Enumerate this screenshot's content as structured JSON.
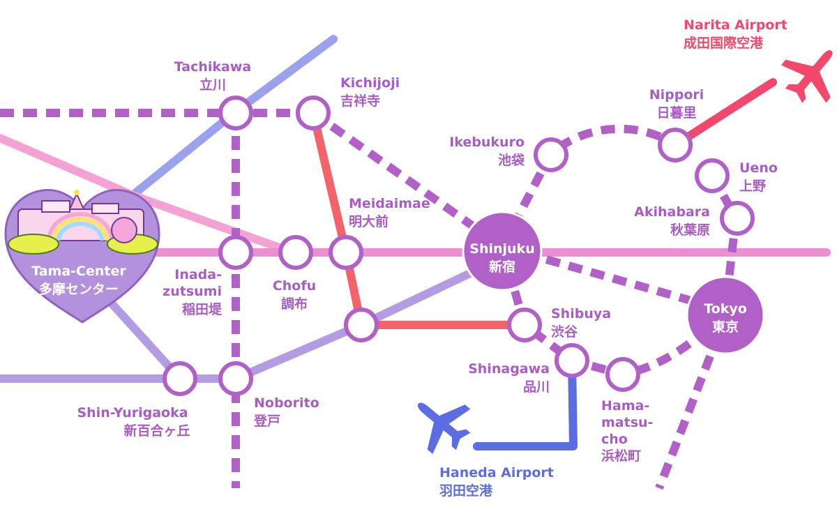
{
  "colors": {
    "purple": "#b160c7",
    "pink": "#f08ccf",
    "light_pink": "#f4a1d4",
    "blue": "#8a94ea",
    "lavender": "#b49ce3",
    "red": "#f2646a",
    "airport_red": "#f2486b",
    "airport_blue": "#5b6de0"
  },
  "stations": {
    "tachikawa": {
      "en": "Tachikawa",
      "jp": "立川"
    },
    "kichijoji": {
      "en": "Kichijoji",
      "jp": "吉祥寺"
    },
    "nippori": {
      "en": "Nippori",
      "jp": "日暮里"
    },
    "ikebukuro": {
      "en": "Ikebukuro",
      "jp": "池袋"
    },
    "ueno": {
      "en": "Ueno",
      "jp": "上野"
    },
    "meidaimae": {
      "en": "Meidaimae",
      "jp": "明大前"
    },
    "akihabara": {
      "en": "Akihabara",
      "jp": "秋葉原"
    },
    "shinjuku": {
      "en": "Shinjuku",
      "jp": "新宿"
    },
    "tama_center": {
      "en": "Tama-Center",
      "jp": "多摩センター"
    },
    "inada_zutsumi": {
      "en1": "Inada-",
      "en2": "zutsumi",
      "jp": "稲田堤"
    },
    "chofu": {
      "en": "Chofu",
      "jp": "調布"
    },
    "shibuya": {
      "en": "Shibuya",
      "jp": "渋谷"
    },
    "tokyo": {
      "en": "Tokyo",
      "jp": "東京"
    },
    "shinagawa": {
      "en": "Shinagawa",
      "jp": "品川"
    },
    "shin_yurigaoka": {
      "en": "Shin-Yurigaoka",
      "jp": "新百合ヶ丘"
    },
    "noborito": {
      "en": "Noborito",
      "jp": "登戸"
    },
    "hamamatsucho": {
      "en1": "Hama-",
      "en2": "matsu-",
      "en3": "cho",
      "jp": "浜松町"
    }
  },
  "airports": {
    "narita": {
      "en": "Narita Airport",
      "jp": "成田国際空港",
      "icon": "airplane-icon"
    },
    "haneda": {
      "en": "Haneda Airport",
      "jp": "羽田空港",
      "icon": "airplane-icon"
    }
  }
}
